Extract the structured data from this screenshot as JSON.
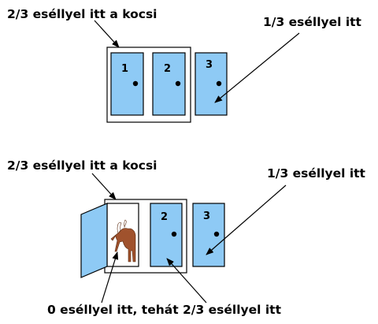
{
  "top": {
    "label_group": "2/3 eséllyel itt a kocsi",
    "label_single": "1/3 eséllyel itt",
    "doors": [
      {
        "number": "1"
      },
      {
        "number": "2"
      },
      {
        "number": "3"
      }
    ]
  },
  "bottom": {
    "label_group": "2/3 eséllyel itt a kocsi",
    "label_single": "1/3 eséllyel itt",
    "label_opened": "0 eséllyel itt, tehát 2/3 eséllyel itt",
    "doors": [
      {
        "number": "2"
      },
      {
        "number": "3"
      }
    ]
  },
  "colors": {
    "door_fill": "#8ecaf5",
    "goat": "#a0522d"
  }
}
